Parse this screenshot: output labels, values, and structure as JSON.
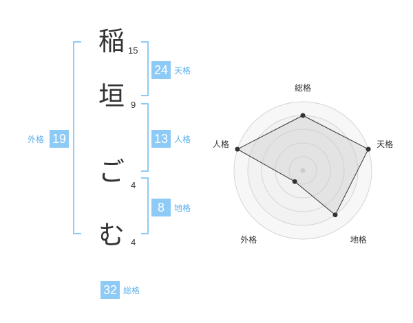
{
  "name": {
    "characters": [
      {
        "char": "稲",
        "strokes": "15"
      },
      {
        "char": "垣",
        "strokes": "9"
      },
      {
        "char": "ご",
        "strokes": "4"
      },
      {
        "char": "む",
        "strokes": "4"
      }
    ]
  },
  "kakusuu": {
    "tenkaku": {
      "value": "24",
      "label": "天格"
    },
    "jinkaku": {
      "value": "13",
      "label": "人格"
    },
    "chikaku": {
      "value": "8",
      "label": "地格"
    },
    "gaikaku": {
      "value": "19",
      "label": "外格"
    },
    "soukaku": {
      "value": "32",
      "label": "総格"
    }
  },
  "colors": {
    "accent": "#8ecaf6",
    "accent_text": "#5ab0ea",
    "text": "#333333"
  },
  "chart_data": {
    "type": "radar",
    "axes": [
      "総格",
      "天格",
      "地格",
      "外格",
      "人格"
    ],
    "values": [
      4,
      5,
      4,
      1,
      5
    ],
    "range": [
      0,
      5
    ],
    "grid": true
  }
}
